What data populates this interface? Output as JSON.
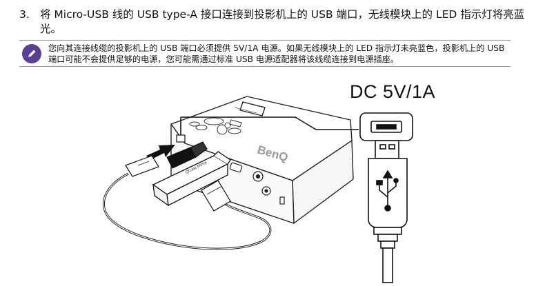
{
  "step": {
    "number": "3.",
    "text": "将 Micro-USB 线的 USB type-A 接口连接到投影机上的 USB 端口，无线模块上的 LED 指示灯将亮蓝光。"
  },
  "note": {
    "icon": "pencil-icon",
    "text": "您向其连接线缆的投影机上的 USB 端口必须提供 5V/1A 电源。如果无线模块上的 LED 指示灯未亮蓝色，投影机上的 USB 端口可能不会提供足够的电源，您可能需通过标准 USB 电源适配器将该线缆连接到电源插座。"
  },
  "figure": {
    "power_label": "DC 5V/1A",
    "projector_brand": "BenQ",
    "module_label": "QCast Mirror"
  },
  "colors": {
    "note_icon": "#5b3f93",
    "rule": "#9a9a9a"
  }
}
